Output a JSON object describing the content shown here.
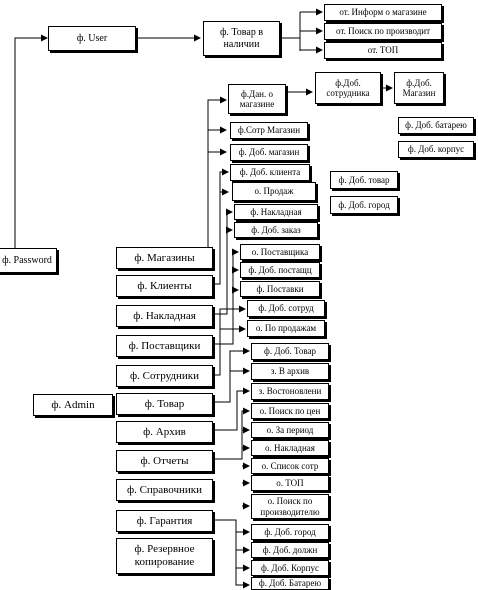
{
  "nodes": {
    "password": "ф. Password",
    "user": "ф. User",
    "tovar_v_nalichii": "ф. Товар в наличии",
    "ot_inform": "от. Информ о магазине",
    "ot_poisk_proizv": "от. Поиск по производит",
    "ot_top": "от. ТОП",
    "dan_o_magazine": "ф.Дан. о магазине",
    "dob_sotrudnika": "ф.Доб. сотрудника",
    "dob_magazin_right": "ф.Доб. Магазин",
    "dob_batareyu_right": "ф. Доб. батарею",
    "dob_korpus_right": "ф. Доб. корпус",
    "sotr_magazin": "ф.Сотр Магазин",
    "dob_magazin": "ф. Доб. магазин",
    "dob_klienta": "ф. Доб. клиента",
    "o_prodazh": "о. Продаж",
    "dob_tovar_right": "ф. Доб. товар",
    "dob_gorod_right": "ф. Доб. город",
    "nakladnaya_sub": "ф. Накладная",
    "dob_zakaz": "ф. Доб. заказ",
    "o_postavshchika": "о. Поставщика",
    "dob_postavshch": "ф. Доб. постащц",
    "postavki": "ф. Поставки",
    "dob_sotrud": "ф. Доб. сотруд",
    "o_po_prodazham": "о. По продажам",
    "dob_tovar": "ф. Доб. Товар",
    "z_v_arhiv": "з. В архив",
    "z_vostanovleni": "з. Востоновлени",
    "o_poisk_po_tsen": "о. Поиск по цен",
    "o_za_period": "о. За период",
    "o_nakladnaya": "о. Накладная",
    "o_spisok_sotr": "о. Список сотр",
    "o_top": "о. ТОП",
    "o_poisk_po_proizv": "о. Поиск по производителю",
    "dob_gorod": "ф. Доб. город",
    "dob_dolzhn": "ф. Доб. должн",
    "dob_korpus": "ф. Доб. Корпус",
    "dob_batareyu": "ф. Доб. Батарею",
    "admin": "ф. Admin"
  },
  "menu": [
    "ф. Магазины",
    "ф. Клиенты",
    "ф. Накладная",
    "ф. Поставщики",
    "ф. Сотрудники",
    "ф. Товар",
    "ф. Архив",
    "ф. Отчеты",
    "ф. Справочники",
    "ф. Гарантия",
    "ф. Резервное копирование"
  ]
}
